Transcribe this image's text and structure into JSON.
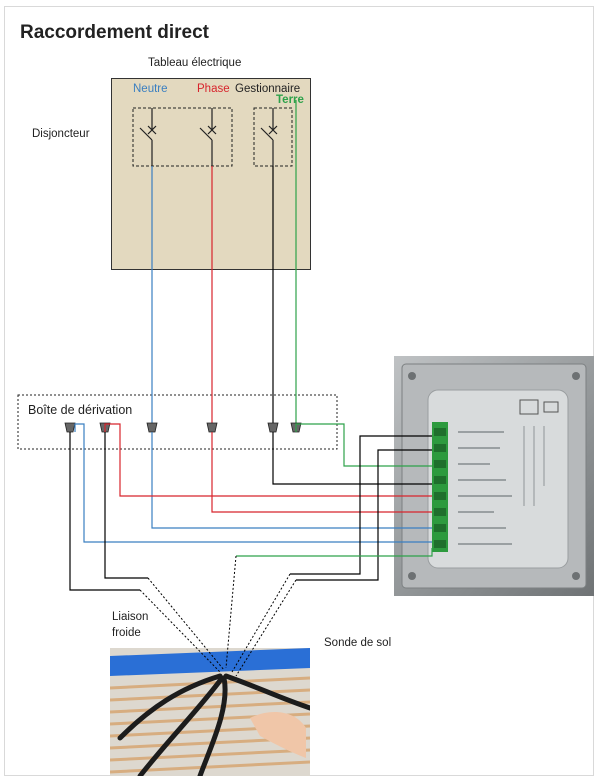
{
  "title": "Raccordement direct",
  "labels": {
    "tableau": "Tableau électrique",
    "neutre": "Neutre",
    "phase": "Phase",
    "gestionnaire": "Gestionnaire",
    "terre": "Terre",
    "disjoncteur": "Disjoncteur",
    "boite": "Boîte de dérivation",
    "liaison": "Liaison",
    "froide": "froide",
    "sonde": "Sonde de sol"
  },
  "colors": {
    "neutre": "#3a7fc1",
    "phase": "#d8242c",
    "terre": "#2ea24a",
    "gestionnaire": "#000000",
    "panel": "#e3d9bf"
  }
}
